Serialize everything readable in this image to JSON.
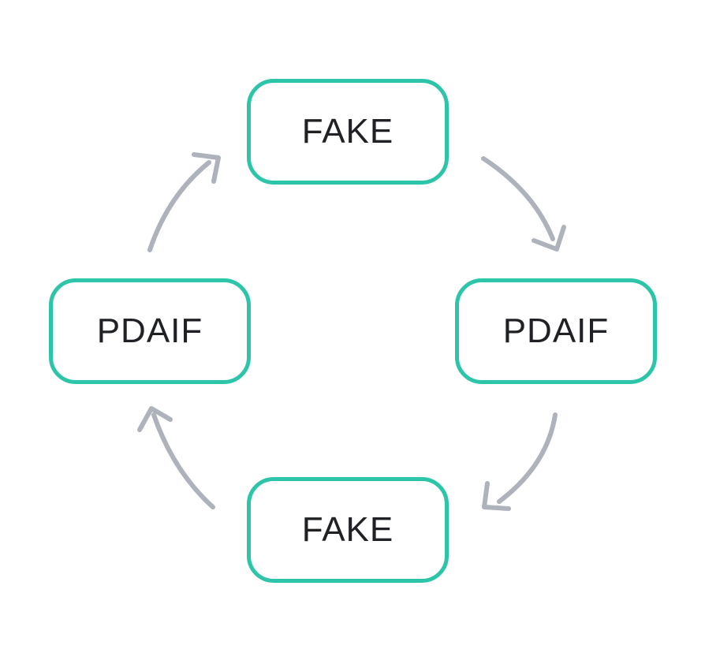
{
  "diagram": {
    "type": "cycle",
    "direction": "clockwise",
    "nodes": [
      {
        "id": "top",
        "label": "FAKE"
      },
      {
        "id": "right",
        "label": "PDAIF"
      },
      {
        "id": "bottom",
        "label": "FAKE"
      },
      {
        "id": "left",
        "label": "PDAIF"
      }
    ],
    "edges": [
      {
        "from": "FAKE (top)",
        "to": "PDAIF (right)"
      },
      {
        "from": "PDAIF (right)",
        "to": "FAKE (bottom)"
      },
      {
        "from": "FAKE (bottom)",
        "to": "PDAIF (left)"
      },
      {
        "from": "PDAIF (left)",
        "to": "FAKE (top)"
      }
    ],
    "colors": {
      "node_border": "#2dc5a9",
      "arrow": "#adb2bb",
      "text": "#1f2124",
      "background": "#ffffff"
    }
  }
}
